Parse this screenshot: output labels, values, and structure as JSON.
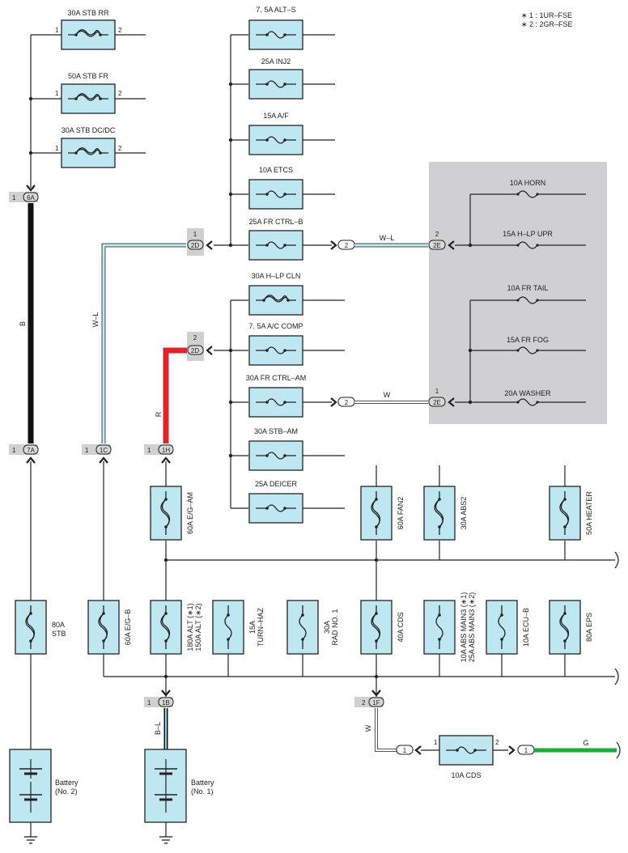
{
  "notes": [
    "∗ 1 : 1UR–FSE",
    "∗ 2 : 2GR–FSE"
  ],
  "colors": {
    "fuse_fill": "#bfe7f2",
    "highlight_box": "#d0d0d2",
    "wire_black": "#111111",
    "wire_red": "#e0242a",
    "wire_green": "#21a83a",
    "wire_blue_stripe": "#8fd3ea",
    "connector_fill": "#d9d9d9"
  },
  "fuses": {
    "stb_rr": "30A STB RR",
    "stb_fr": "50A STB FR",
    "stb_dcdc": "30A STB DC/DC",
    "alt_s": "7. 5A ALT–S",
    "inj2": "25A INJ2",
    "af": "15A A/F",
    "etcs": "10A ETCS",
    "fr_ctrl_b": "25A FR CTRL–B",
    "h_lp_cln": "30A H–LP CLN",
    "ac_comp": "7. 5A A/C COMP",
    "fr_ctrl_am": "30A FR CTRL–AM",
    "stb_am": "30A STB–AM",
    "deicer": "25A DEICER",
    "horn": "10A HORN",
    "h_lp_upr": "15A H–LP UPR",
    "fr_tail": "10A FR TAIL",
    "fr_fog": "15A FR FOG",
    "washer": "20A WASHER",
    "eg_am": "60A E/G–AM",
    "fan2": "60A FAN2",
    "abs2": "30A ABS2",
    "heater": "50A HEATER",
    "stb80a_1": "80A",
    "stb80a_2": "STB",
    "eg_b": "60A E/G–B",
    "alt_1": "180A ALT (∗1)",
    "alt_2": "150A ALT (∗2)",
    "turn_1": "15A",
    "turn_2": "TURN–HAZ",
    "rad_1": "30A",
    "rad_2": "RAD NO. 1",
    "cds40": "40A CDS",
    "absmain_1": "10A ABS MAIN3 (∗1)",
    "absmain_2": "25A ABS MAIN3 (∗2)",
    "ecu_b": "10A ECU–B",
    "eps": "80A EPS",
    "cds10": "10A CDS"
  },
  "pins": {
    "one": "1",
    "two": "2"
  },
  "connectors": {
    "c6A": "6A",
    "c7A": "7A",
    "c1C": "1C",
    "c1H": "1H",
    "c2D": "2D",
    "c2E": "2E",
    "c1B": "1B",
    "c1F": "1F",
    "inline2": "2",
    "inline1": "1"
  },
  "wires": {
    "b": "B",
    "wl": "W–L",
    "r": "R",
    "w": "W",
    "bl": "B–L",
    "g": "G"
  },
  "batteries": {
    "b2_name": "Battery",
    "b2_num": "(No. 2)",
    "b1_name": "Battery",
    "b1_num": "(No. 1)"
  }
}
